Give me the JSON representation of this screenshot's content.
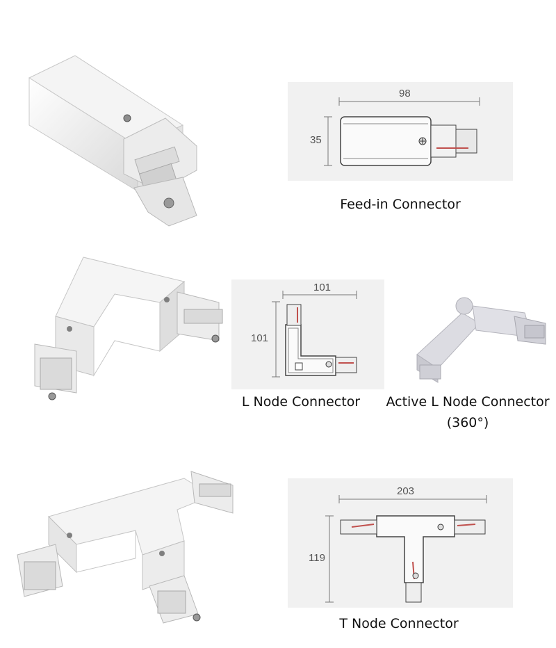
{
  "products": [
    {
      "id": "feed_in",
      "caption": "Feed-in Connector",
      "dim_width": "98",
      "dim_height": "35"
    },
    {
      "id": "l_node",
      "caption": "L Node Connector",
      "dim_width": "101",
      "dim_height": "101"
    },
    {
      "id": "active_l_node",
      "caption_line1": "Active L Node Connector",
      "caption_line2": "(360°)"
    },
    {
      "id": "t_node",
      "caption": "T Node Connector",
      "dim_width": "203",
      "dim_height": "119"
    }
  ]
}
